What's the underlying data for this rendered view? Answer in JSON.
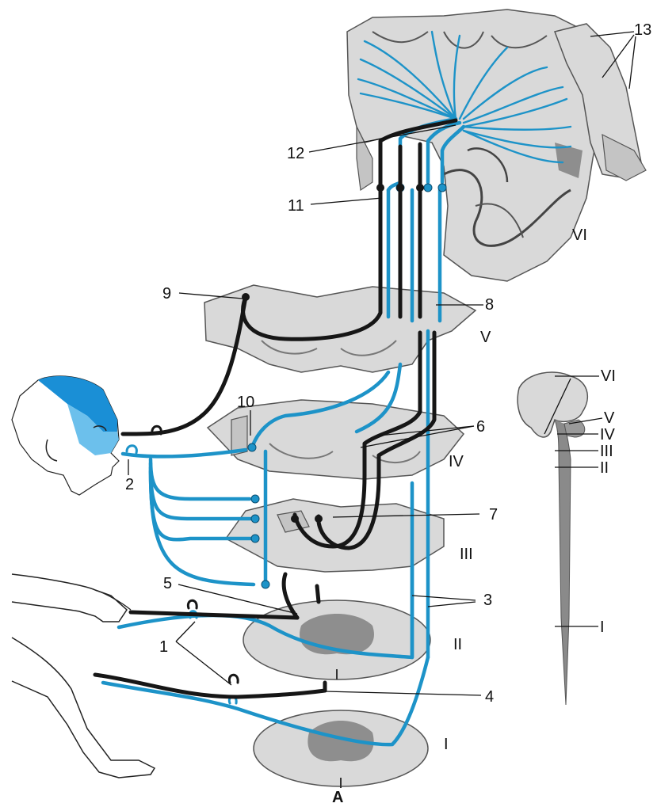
{
  "figure": {
    "caption": "A",
    "callouts": {
      "n1": "1",
      "n2": "2",
      "n3": "3",
      "n4": "4",
      "n5": "5",
      "n6": "6",
      "n7": "7",
      "n8": "8",
      "n9": "9",
      "n10": "10",
      "n11": "11",
      "n12": "12",
      "n13": "13"
    },
    "levels": {
      "I": "I",
      "II": "II",
      "III": "III",
      "IV": "IV",
      "V": "V",
      "VI": "VI"
    },
    "inset_levels": [
      "VI",
      "V",
      "IV",
      "III",
      "II",
      "I"
    ]
  },
  "colors": {
    "pathway_blue": "#1d93c8",
    "pathway_black": "#161616",
    "face_dermatome_dark": "#1a8fd6",
    "face_dermatome_light": "#6cc0ec",
    "tissue_grey": "#d9d9d9"
  }
}
